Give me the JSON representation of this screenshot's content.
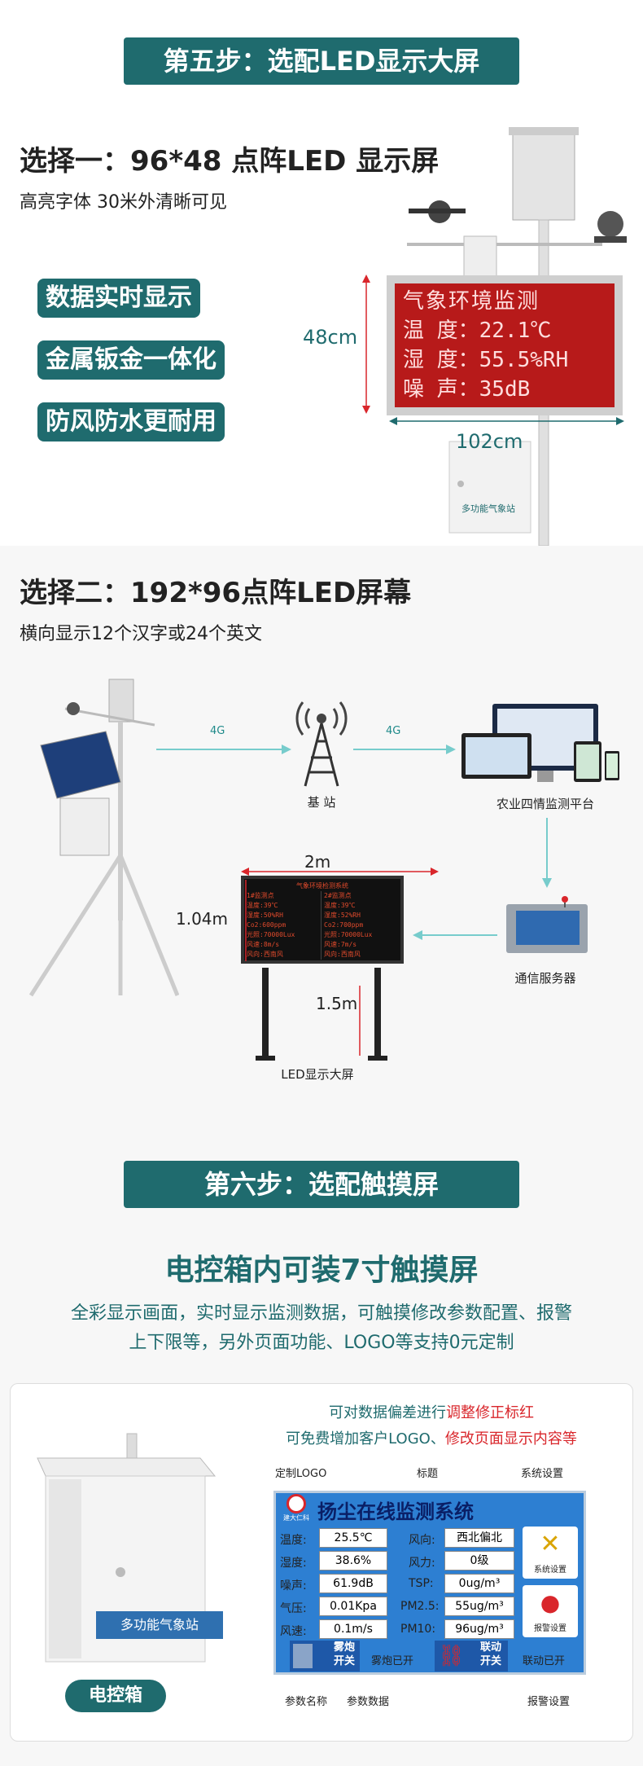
{
  "step5": {
    "title": "第五步：选配LED显示大屏"
  },
  "option1": {
    "title": "选择一：96*48 点阵LED 显示屏",
    "subtitle": "高亮字体 30米外清晰可见",
    "features": [
      "数据实时显示",
      "金属钣金一体化",
      "防风防水更耐用"
    ],
    "led_lines": [
      "气象环境监测",
      "温  度：22.1℃",
      "湿  度：55.5%RH",
      "噪  声：35dB"
    ],
    "height_label": "48cm",
    "width_label": "102cm",
    "box_label": "多功能气象站"
  },
  "option2": {
    "title": "选择二：192*96点阵LED屏幕",
    "subtitle": "横向显示12个汉字或24个英文",
    "tower_label": "基 站",
    "platform_label": "农业四情监测平台",
    "server_label": "通信服务器",
    "arrow1": "4G",
    "arrow2": "4G",
    "board_width": "2m",
    "board_height": "1.04m",
    "pole_height": "1.5m",
    "board_caption": "LED显示大屏",
    "board_title": "气象环境检测系统",
    "board_rows": [
      [
        "1#监测点",
        "2#监测点"
      ],
      [
        "温度:39℃",
        "温度:39℃"
      ],
      [
        "湿度:50%RH",
        "湿度:52%RH"
      ],
      [
        "Co2:600ppm",
        "Co2:700ppm"
      ],
      [
        "光照:70000Lux",
        "光照:70000Lux"
      ],
      [
        "风速:8m/s",
        "风速:7m/s"
      ],
      [
        "风向:西南风",
        "风向:西南风"
      ]
    ]
  },
  "step6": {
    "title": "第六步：选配触摸屏"
  },
  "touch": {
    "heading": "电控箱内可装7寸触摸屏",
    "desc1": "全彩显示画面，实时显示监测数据，可触摸修改参数配置、报警",
    "desc2": "上下限等，另外页面功能、LOGO等支持0元定制",
    "note1_a": "可对数据偏差进行",
    "note1_b": "调整修正标红",
    "note2_a": "可免费增加客户LOGO、",
    "note2_b": "修改页面显示内容等",
    "box_label": "多功能气象站",
    "box_caption": "电控箱",
    "callout_logo": "定制LOGO",
    "callout_title": "标题",
    "callout_settings": "系统设置",
    "callout_param_name": "参数名称",
    "callout_param_data": "参数数据",
    "callout_alarm": "报警设置",
    "screen_title": "扬尘在线监测系统",
    "logo_text": "建大仁科",
    "rows": [
      {
        "l1": "温度:",
        "v1": "25.5℃",
        "l2": "风向:",
        "v2": "西北偏北"
      },
      {
        "l1": "湿度:",
        "v1": "38.6%",
        "l2": "风力:",
        "v2": "0级"
      },
      {
        "l1": "噪声:",
        "v1": "61.9dB",
        "l2": "TSP:",
        "v2": "0ug/m³"
      },
      {
        "l1": "气压:",
        "v1": "0.01Kpa",
        "l2": "PM2.5:",
        "v2": "55ug/m³"
      },
      {
        "l1": "风速:",
        "v1": "0.1m/s",
        "l2": "PM10:",
        "v2": "96ug/m³"
      }
    ],
    "btn_settings": "系统设置",
    "btn_alarm": "报警设置",
    "btn_fog": "雾炮\n开关",
    "fog_status": "雾炮已开",
    "btn_link": "联动\n开关",
    "link_status": "联动已开"
  },
  "colors": {
    "teal": "#1f6b6e",
    "red": "#d9262b",
    "led": "#b71a1a"
  }
}
